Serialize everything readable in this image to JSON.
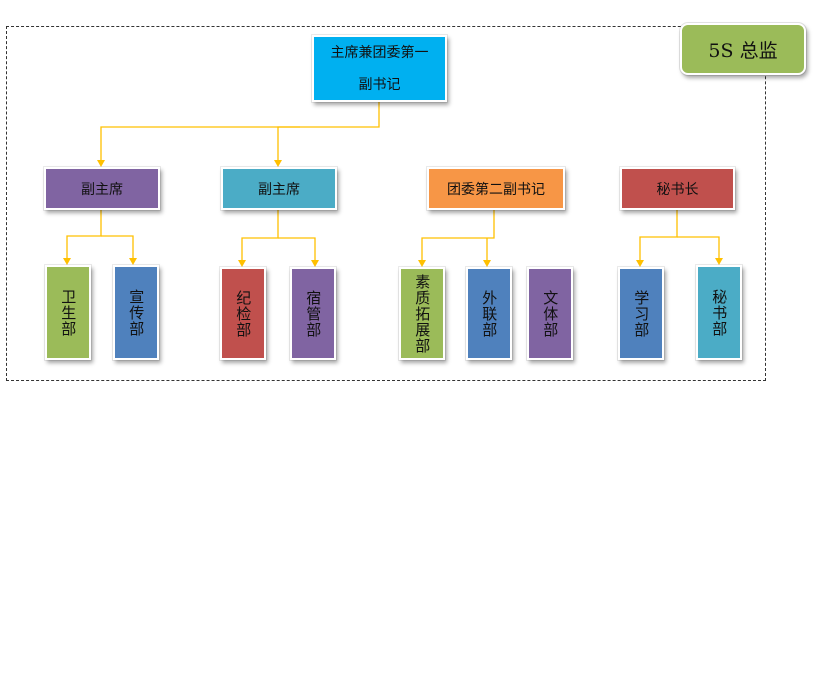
{
  "badge": {
    "label": "5S 总监",
    "color": "#9bbb59"
  },
  "top": {
    "label": "主席兼团委第一\n副书记",
    "color": "#00b0f0"
  },
  "level2": [
    {
      "label": "副主席",
      "color": "#8064a2"
    },
    {
      "label": "副主席",
      "color": "#4bacc6"
    },
    {
      "label": "团委第二副书记",
      "color": "#f79646"
    },
    {
      "label": "秘书长",
      "color": "#c0504d"
    }
  ],
  "level3": [
    {
      "label": "卫生部",
      "color": "#9bbb59"
    },
    {
      "label": "宣传部",
      "color": "#4f81bd"
    },
    {
      "label": "纪检部",
      "color": "#c0504d"
    },
    {
      "label": "宿管部",
      "color": "#8064a2"
    },
    {
      "label": "素质拓展部",
      "color": "#9bbb59"
    },
    {
      "label": "外联部",
      "color": "#4f81bd"
    },
    {
      "label": "文体部",
      "color": "#8064a2"
    },
    {
      "label": "学习部",
      "color": "#4f81bd"
    },
    {
      "label": "秘书部",
      "color": "#4bacc6"
    }
  ],
  "connector_color": "#ffc000"
}
